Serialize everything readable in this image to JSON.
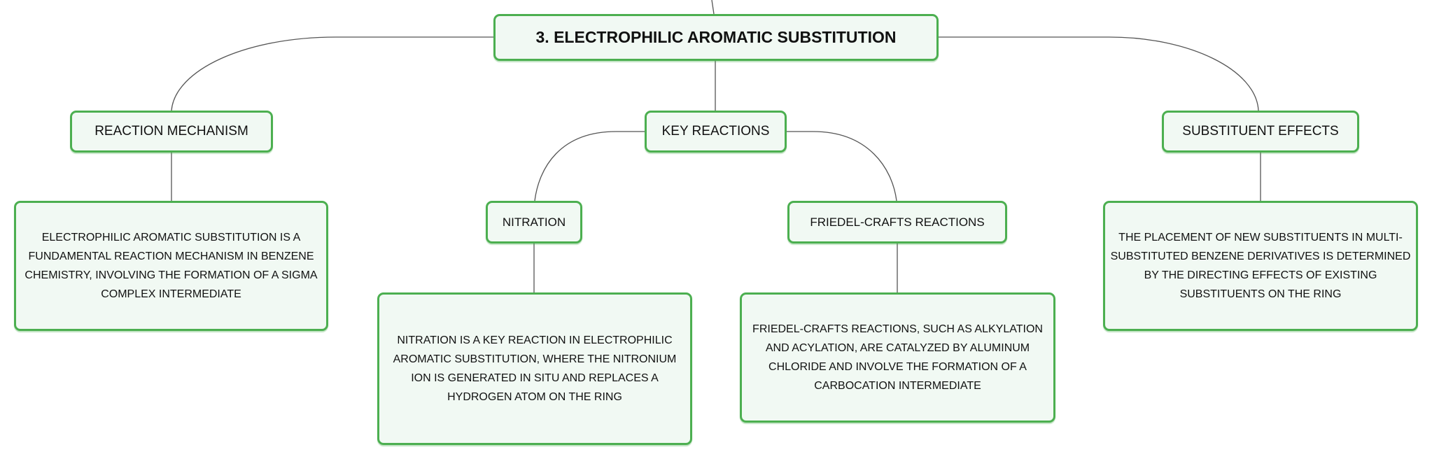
{
  "root": {
    "label": "3. ELECTROPHILIC AROMATIC SUBSTITUTION"
  },
  "branches": {
    "reaction_mechanism": {
      "label": "REACTION MECHANISM",
      "description": "ELECTROPHILIC AROMATIC SUBSTITUTION IS A FUNDAMENTAL REACTION MECHANISM IN BENZENE CHEMISTRY, INVOLVING THE FORMATION OF A SIGMA COMPLEX INTERMEDIATE"
    },
    "key_reactions": {
      "label": "KEY REACTIONS",
      "nitration": {
        "label": "NITRATION",
        "description": "NITRATION IS A KEY REACTION IN ELECTROPHILIC AROMATIC SUBSTITUTION, WHERE THE NITRONIUM ION IS GENERATED IN SITU AND REPLACES A HYDROGEN ATOM ON THE RING"
      },
      "friedel_crafts": {
        "label": "FRIEDEL-CRAFTS REACTIONS",
        "description": "FRIEDEL-CRAFTS REACTIONS, SUCH AS ALKYLATION AND ACYLATION, ARE CATALYZED BY ALUMINUM CHLORIDE AND INVOLVE THE FORMATION OF A CARBOCATION INTERMEDIATE"
      }
    },
    "substituent_effects": {
      "label": "SUBSTITUENT EFFECTS",
      "description": "THE PLACEMENT OF NEW SUBSTITUENTS IN MULTI-SUBSTITUTED BENZENE DERIVATIVES IS DETERMINED BY THE DIRECTING EFFECTS OF EXISTING SUBSTITUENTS ON THE RING"
    }
  },
  "colors": {
    "border": "#4caf50",
    "fill": "#f1f9f3",
    "edge": "#555555"
  }
}
